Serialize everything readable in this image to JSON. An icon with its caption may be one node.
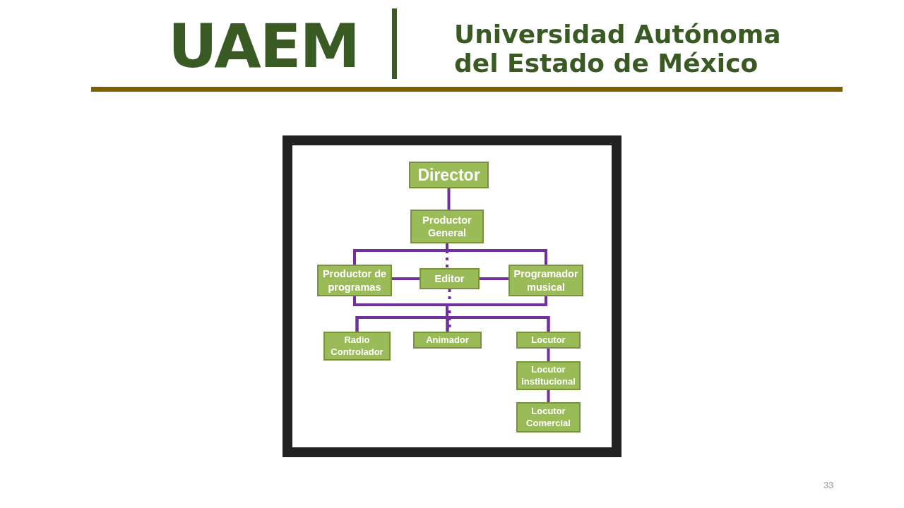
{
  "diagram": {
    "nodes": [
      {
        "text": [
          "Director"
        ]
      },
      {
        "text": [
          "Productor General"
        ]
      },
      {
        "text": [
          "Productor de programas"
        ]
      },
      {
        "text": [
          "Editor"
        ]
      },
      {
        "text": [
          "Programador musical"
        ]
      },
      {
        "text": [
          "Radio Controlador"
        ]
      },
      {
        "text": [
          "Animador"
        ]
      },
      {
        "text": [
          "Locutor"
        ]
      },
      {
        "text": [
          "Locutor institucional"
        ]
      },
      {
        "text": [
          "Locutor Comercial"
        ]
      }
    ],
    "edges": [
      {
        "from": 0,
        "to": 1,
        "arrow": "none"
      },
      {
        "from": 1,
        "to": 2,
        "arrow": "none"
      },
      {
        "from": 1,
        "to": 4,
        "arrow": "none"
      },
      {
        "from": 1,
        "to": 3,
        "arrow": "none",
        "style": "dashed"
      },
      {
        "from": 3,
        "to": 2,
        "arrow": "none"
      },
      {
        "from": 3,
        "to": 4,
        "arrow": "none"
      },
      {
        "from": 2,
        "to": 5,
        "arrow": "none"
      },
      {
        "from": 2,
        "to": 6,
        "arrow": "none"
      },
      {
        "from": 2,
        "to": 7,
        "arrow": "none"
      },
      {
        "from": 4,
        "to": 5,
        "arrow": "none"
      },
      {
        "from": 4,
        "to": 6,
        "arrow": "none"
      },
      {
        "from": 4,
        "to": 7,
        "arrow": "none"
      },
      {
        "from": 3,
        "to": 6,
        "arrow": "none",
        "style": "dashed"
      },
      {
        "from": 7,
        "to": 8,
        "arrow": "none"
      },
      {
        "from": 8,
        "to": 9,
        "arrow": "none"
      }
    ],
    "labels": [
      "UAEM",
      "Universidad Autónoma del Estado de México",
      "33"
    ]
  }
}
